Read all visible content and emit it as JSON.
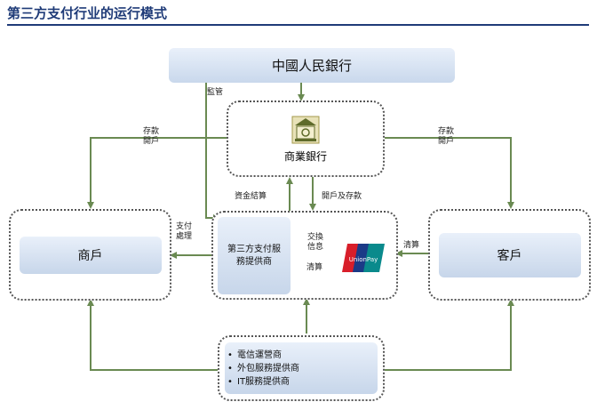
{
  "title": "第三方支付行业的运行模式",
  "nodes": {
    "central_bank": "中國人民銀行",
    "commercial_bank": "商業銀行",
    "merchant": "商戶",
    "customer": "客戶",
    "third_party": "第三方支付服務提供商",
    "services": [
      "電信運營商",
      "外包服務提供商",
      "IT服務提供商"
    ]
  },
  "labels": {
    "supervise": "監管",
    "deposit_open_left": "存款開戶",
    "deposit_open_right": "存款開戶",
    "fund_settlement": "資金結算",
    "open_deposit": "開戶及存款",
    "pay_process": "支付處理",
    "exchange_info": "交換信息",
    "clearing_mid": "清算",
    "clearing_right": "清算"
  },
  "colors": {
    "arrow": "#6a8a52",
    "title": "#1f3b78",
    "box_fill": "#d6e2f2",
    "logo": "#c8272c"
  }
}
